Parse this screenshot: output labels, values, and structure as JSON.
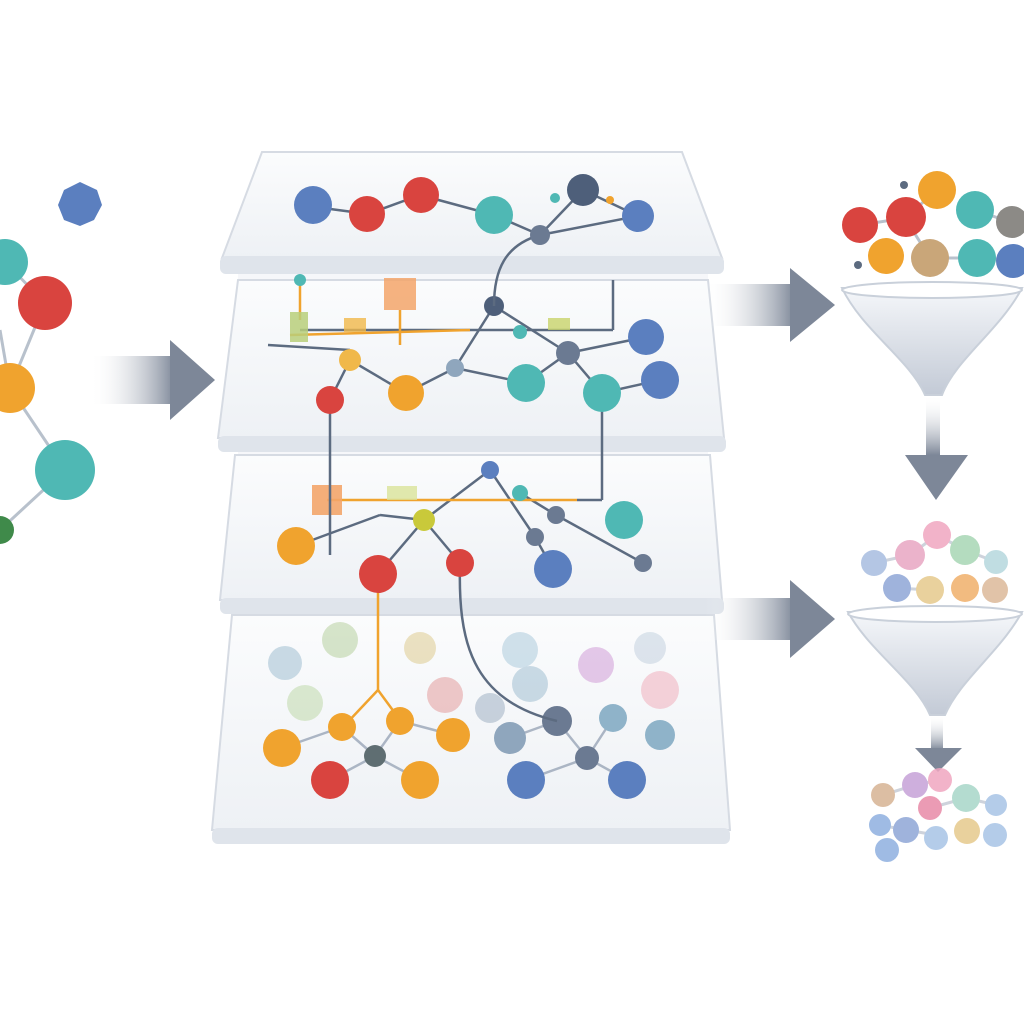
{
  "diagram": {
    "palette": {
      "red": "#d9443f",
      "blue": "#5b7fbf",
      "teal": "#4fb8b4",
      "orange": "#f0a32e",
      "slate": "#6b7a92",
      "tan": "#c9a679",
      "gray": "#8c8a86",
      "arrow": "#7d8798",
      "panel": "#f4f6f9",
      "panel_edge": "#c9d0da"
    },
    "stages": [
      "input-graph",
      "layer-1",
      "layer-2",
      "layer-3",
      "layer-4",
      "output-cluster-1",
      "output-cluster-2",
      "output-cluster-3"
    ],
    "icons": [
      "flow-arrow-icon",
      "funnel-icon",
      "graph-node-icon"
    ]
  }
}
